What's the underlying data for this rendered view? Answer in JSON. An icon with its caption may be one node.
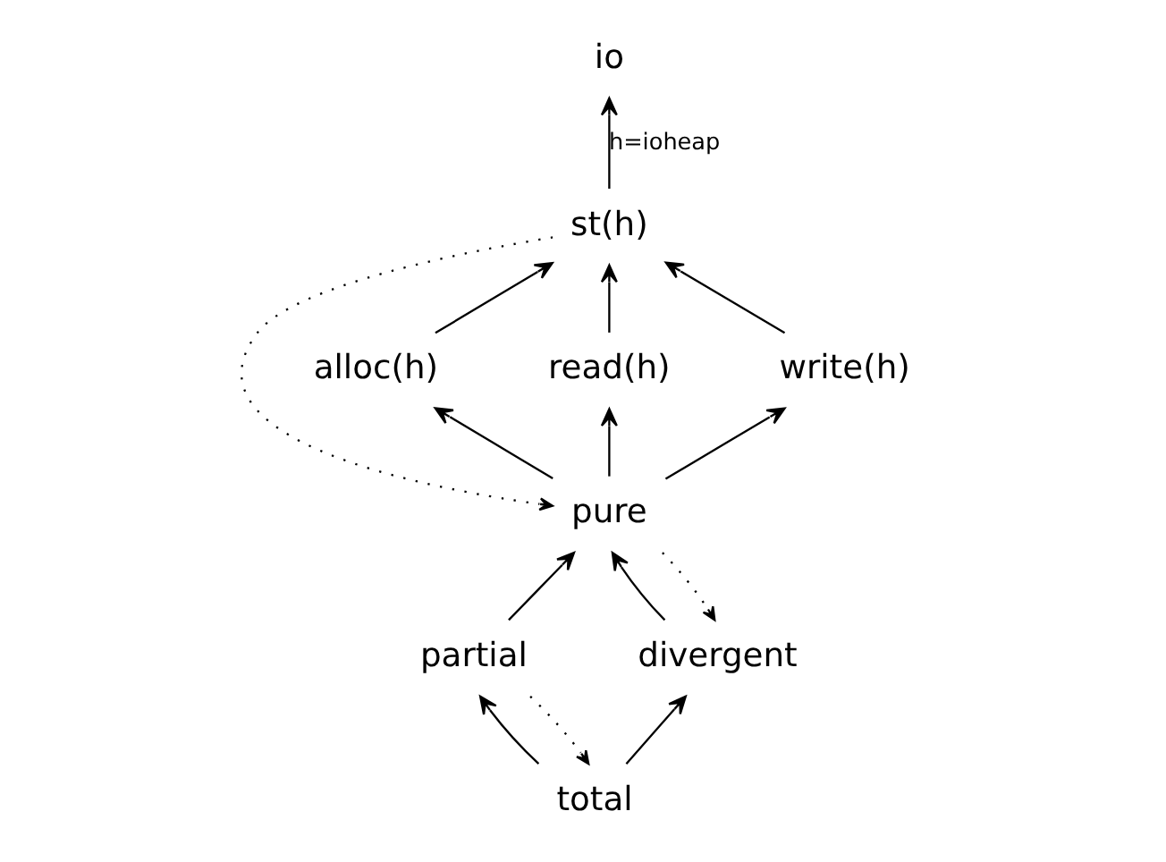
{
  "diagram": {
    "nodes": [
      {
        "text": [
          "io"
        ]
      },
      {
        "text": [
          "st(h)"
        ]
      },
      {
        "text": [
          "alloc(h)"
        ]
      },
      {
        "text": [
          "read(h)"
        ]
      },
      {
        "text": [
          "write(h)"
        ]
      },
      {
        "text": [
          "pure"
        ]
      },
      {
        "text": [
          "partial"
        ]
      },
      {
        "text": [
          "divergent"
        ]
      },
      {
        "text": [
          "total"
        ]
      }
    ],
    "edges": [
      {
        "from": 1,
        "to": 0,
        "arrow": "to",
        "label": "h=ioheap"
      },
      {
        "from": 2,
        "to": 1,
        "arrow": "to"
      },
      {
        "from": 3,
        "to": 1,
        "arrow": "to"
      },
      {
        "from": 4,
        "to": 1,
        "arrow": "to"
      },
      {
        "from": 5,
        "to": 2,
        "arrow": "to"
      },
      {
        "from": 5,
        "to": 3,
        "arrow": "to"
      },
      {
        "from": 5,
        "to": 4,
        "arrow": "to"
      },
      {
        "from": 6,
        "to": 5,
        "arrow": "to"
      },
      {
        "from": 7,
        "to": 5,
        "arrow": "to"
      },
      {
        "from": 8,
        "to": 6,
        "arrow": "to"
      },
      {
        "from": 8,
        "to": 7,
        "arrow": "to"
      },
      {
        "from": 1,
        "to": 5,
        "arrow": "to",
        "style": "dashed"
      },
      {
        "from": 5,
        "to": 7,
        "arrow": "to",
        "style": "dashed"
      },
      {
        "from": 6,
        "to": 8,
        "arrow": "to",
        "style": "dashed"
      }
    ]
  }
}
